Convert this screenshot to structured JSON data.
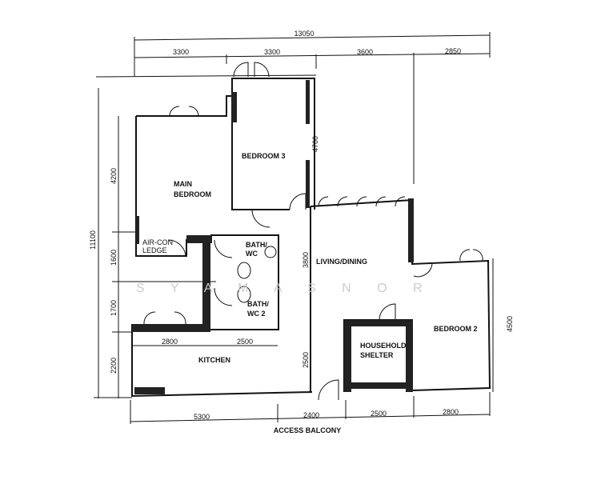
{
  "rooms": {
    "main_bedroom": [
      "MAIN",
      "BEDROOM"
    ],
    "bedroom3": "BEDROOM 3",
    "aircon": [
      "AIR-CON",
      "LEDGE"
    ],
    "bath1": [
      "BATH/",
      "WC"
    ],
    "bath2": [
      "BATH/",
      "WC 2"
    ],
    "living": "LIVING/DINING",
    "kitchen": "KITCHEN",
    "shelter": [
      "HOUSEHOLD",
      "SHELTER"
    ],
    "bedroom2": "BEDROOM 2"
  },
  "dimensions": {
    "top_total": "13050",
    "top": [
      "3300",
      "3300",
      "3600",
      "2850"
    ],
    "left_total": "11100",
    "left": [
      "4200",
      "1600",
      "1700",
      "2200"
    ],
    "kitchen": [
      "2800",
      "2500"
    ],
    "bedroom3_height": "4700",
    "living_height": "3800",
    "lower_height": "2500",
    "bedroom2_height": "4500",
    "bottom": [
      "5300",
      "2400",
      "2500",
      "2800"
    ]
  },
  "access_label": "ACCESS BALCONY",
  "watermark": "S Y A   M A S N O R",
  "colors": {
    "ink": "#111111",
    "wall": "#222222"
  }
}
